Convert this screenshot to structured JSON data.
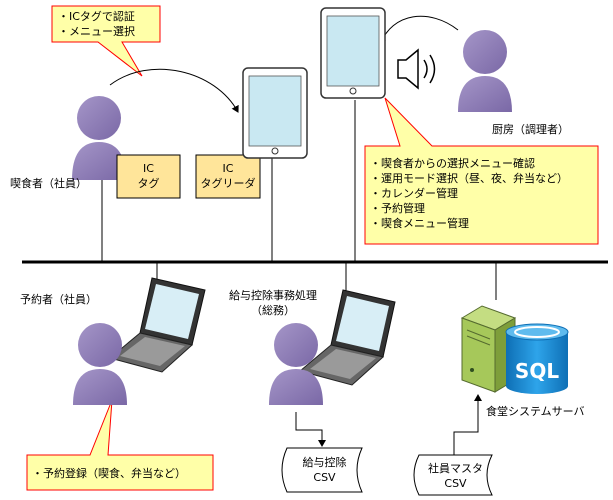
{
  "callouts": {
    "ic_auth": [
      "・ICタグで認証",
      "・メニュー選択"
    ],
    "kitchen_tasks": [
      "・喫食者からの選択メニュー確認",
      "・運用モード選択（昼、夜、弁当など）",
      "・カレンダー管理",
      "・予約管理",
      "・喫食メニュー管理"
    ],
    "reservation": "・予約登録（喫食、弁当など）"
  },
  "actors": {
    "diner": "喫食者（社員）",
    "kitchen": "厨房（調理者）",
    "reserver": "予約者（社員）",
    "payroll": [
      "給与控除事務処理",
      "（総務）"
    ],
    "server": "食堂システムサーバ"
  },
  "devices": {
    "ic_tag": [
      "IC",
      "タグ"
    ],
    "ic_reader": [
      "IC",
      "タグリーダ"
    ],
    "sql_label": "SQL"
  },
  "documents": {
    "payroll_csv": [
      "給与控除",
      "CSV"
    ],
    "employee_csv": [
      "社員マスタ",
      "CSV"
    ]
  },
  "colors": {
    "person": "#8e7db5",
    "callout_fill": "#ffffa8",
    "callout_border": "#ff0000",
    "ic_box": "#ffe59a",
    "tablet_screen": "#c9e8f2",
    "sql_blue": "#1f8fd6",
    "server_green": "#a6c85a"
  }
}
